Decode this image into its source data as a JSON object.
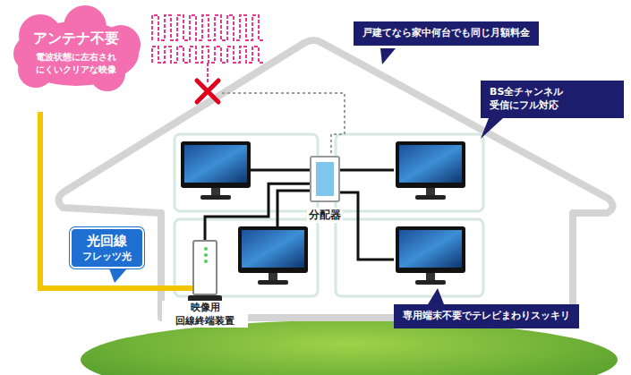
{
  "diagram": {
    "nodes": [
      {
        "text": [
          "アンテナ不要",
          "電波状態に左右され にくいクリアな映像"
        ]
      },
      {
        "text": [
          "戸建てなら家中何台でも同じ月額料金"
        ]
      },
      {
        "text": [
          "BS全チャンネル 受信にフル対応"
        ]
      },
      {
        "text": [
          "分配器"
        ]
      },
      {
        "text": [
          "光回線",
          "フレッツ光"
        ]
      },
      {
        "text": [
          "映像用 回線終端装置"
        ]
      },
      {
        "text": [
          "専用端末不要でテレビまわりスッキリ"
        ]
      }
    ],
    "edges": [
      {
        "from": 5,
        "to": 3,
        "arrow": "none"
      }
    ]
  }
}
